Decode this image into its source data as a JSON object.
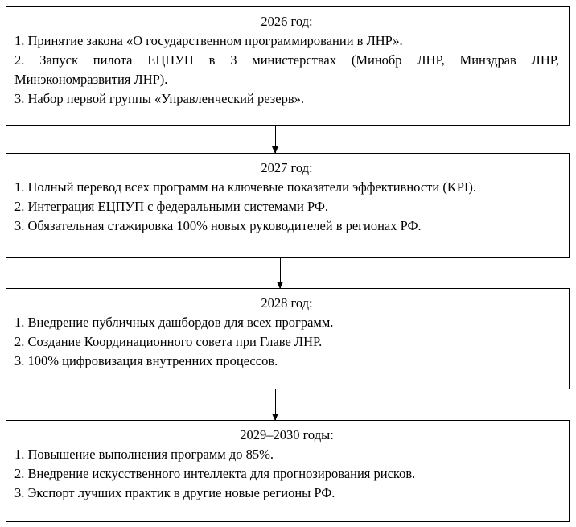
{
  "stages": [
    {
      "title": "2026 год:",
      "items": [
        "1.  Принятие закона «О государственном программировании в ЛНР».",
        "2. Запуск пилота ЕЦПУП в 3 министерствах (Минобр ЛНР, Минздрав ЛНР, Минэкономразвития ЛНР).",
        "3.  Набор первой группы «Управленческий резерв»."
      ]
    },
    {
      "title": "2027 год:",
      "items": [
        "1.  Полный перевод всех программ на ключевые показатели эффективности (KPI).",
        "2.  Интеграция ЕЦПУП с федеральными системами РФ.",
        "3. Обязательная стажировка 100% новых руководителей в регионах РФ."
      ]
    },
    {
      "title": "2028 год:",
      "items": [
        "1. Внедрение публичных дашбордов для всех программ.",
        "2. Создание Координационного совета при Главе ЛНР.",
        "3. 100% цифровизация внутренних процессов."
      ]
    },
    {
      "title": "2029–2030 годы:",
      "items": [
        "1. Повышение выполнения программ до 85%.",
        "2. Внедрение искусственного интеллекта для прогнозирования рисков.",
        "3. Экспорт лучших практик в другие новые регионы РФ."
      ]
    }
  ]
}
